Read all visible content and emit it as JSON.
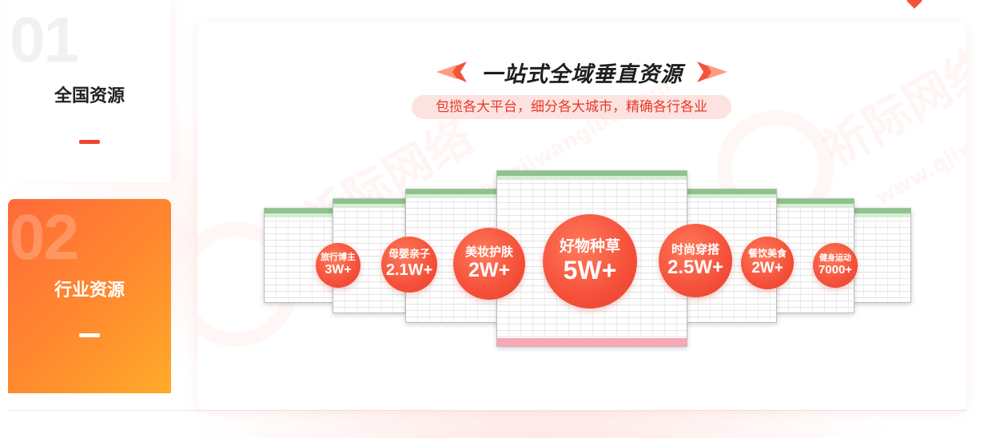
{
  "tabs": [
    {
      "number": "01",
      "label": "全国资源"
    },
    {
      "number": "02",
      "label": "行业资源"
    }
  ],
  "card": {
    "title": "一站式全域垂直资源",
    "subtitle": "包揽各大平台，细分各大城市，精确各行各业",
    "categories": [
      {
        "label": "旅行博主",
        "value": "3W+"
      },
      {
        "label": "母婴亲子",
        "value": "2.1W+"
      },
      {
        "label": "美妆护肤",
        "value": "2W+"
      },
      {
        "label": "好物种草",
        "value": "5W+"
      },
      {
        "label": "时尚穿搭",
        "value": "2.5W+"
      },
      {
        "label": "餐饮美食",
        "value": "2W+"
      },
      {
        "label": "健身运动",
        "value": "7000+"
      }
    ]
  },
  "watermark": {
    "brand": "祈际网络",
    "url": "www.qjiwangluo.com"
  },
  "colors": {
    "accent": "#f0432f",
    "tab_active_start": "#ff6a3a",
    "tab_active_end": "#ffab2a",
    "bubble": "#f5503a",
    "pill_bg": "#fde3df"
  }
}
